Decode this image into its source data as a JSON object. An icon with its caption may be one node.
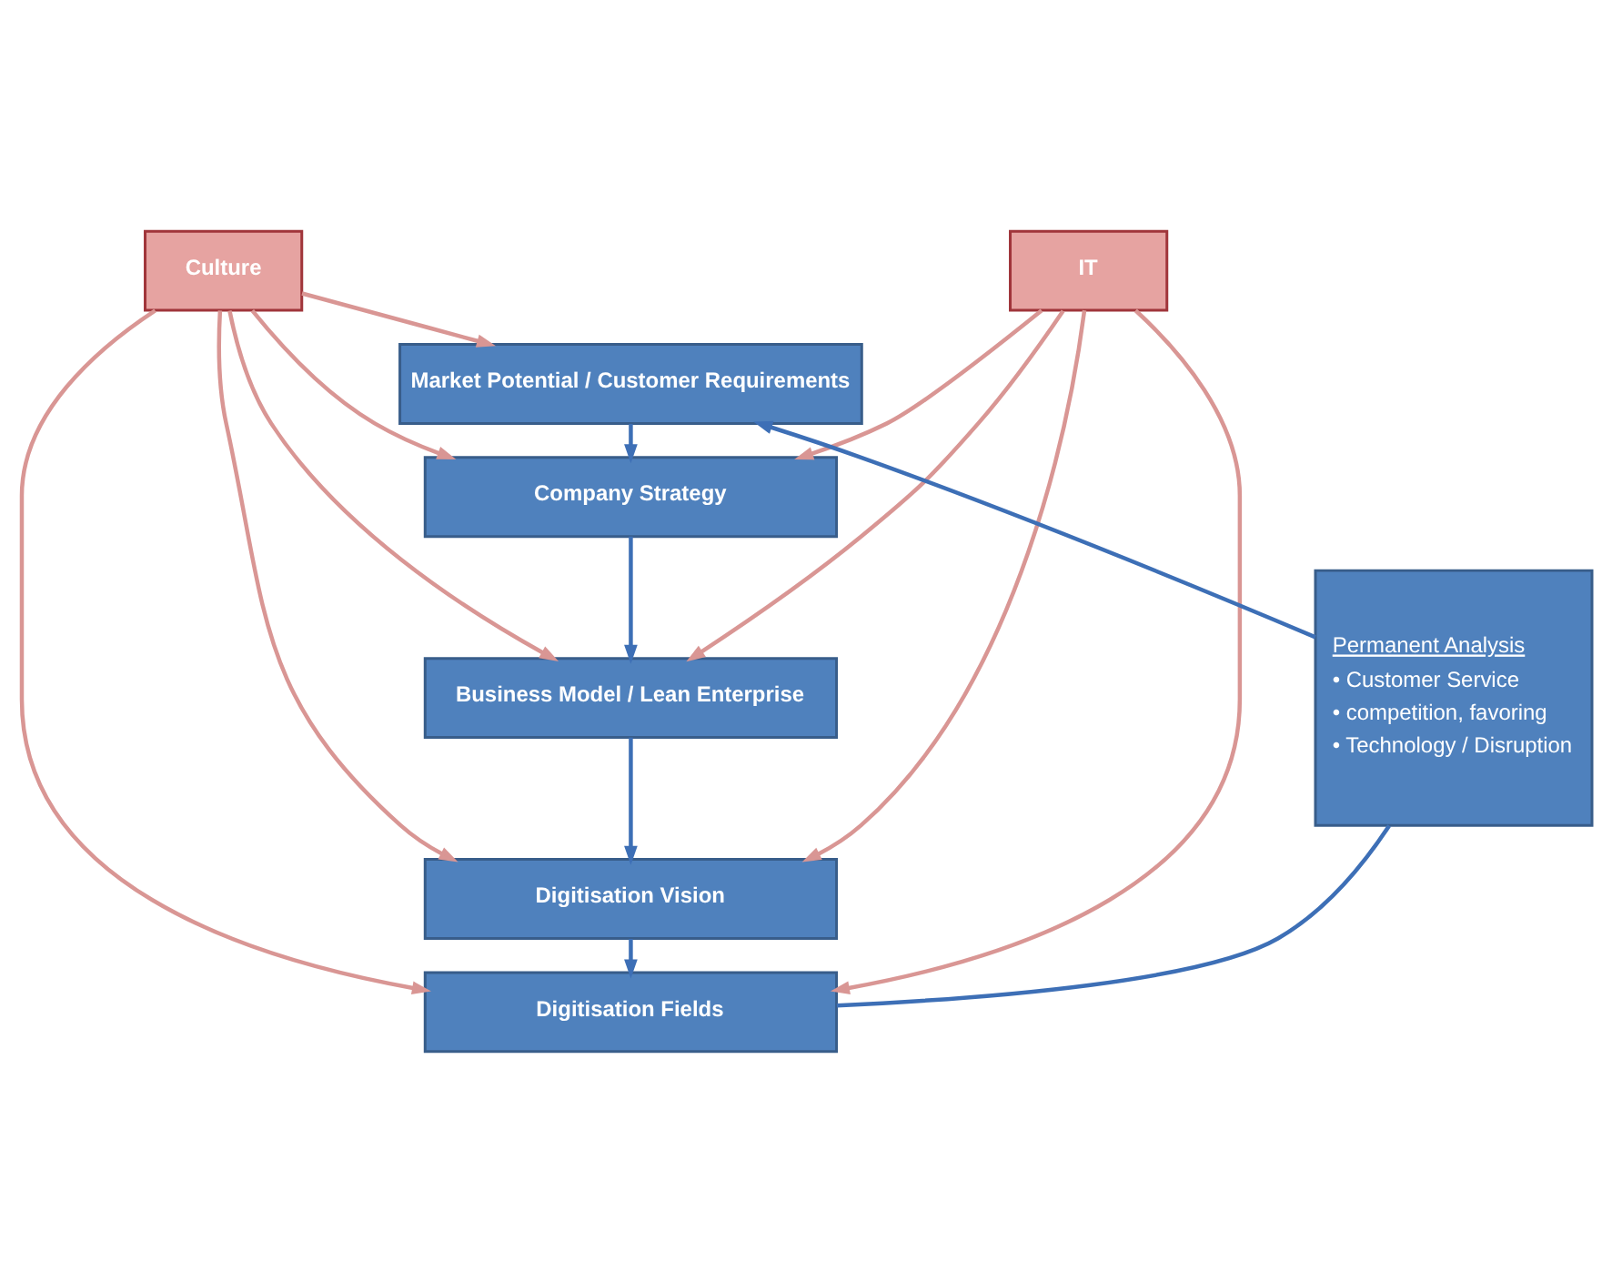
{
  "diagram": {
    "nodes": [
      {
        "text": [
          "Culture"
        ]
      },
      {
        "text": [
          "IT"
        ]
      },
      {
        "text": [
          "Permanent Analysis",
          "• Customer Service",
          "• competition, favoring",
          "• Technology / Disruption"
        ]
      },
      {
        "text": [
          "Market Potential / Customer Requirements"
        ]
      },
      {
        "text": [
          "Company Strategy"
        ]
      },
      {
        "text": [
          "Business Model / Lean Enterprise"
        ]
      },
      {
        "text": [
          "Digitisation Vision"
        ]
      },
      {
        "text": [
          "Digitisation Fields"
        ]
      }
    ],
    "edges": [
      {
        "from": 2,
        "to": 3,
        "arrow": "to",
        "color": "#3d6fb6"
      },
      {
        "from": 0,
        "to": 3,
        "arrow": "to"
      },
      {
        "from": 0,
        "to": 4,
        "arrow": "to"
      },
      {
        "from": 0,
        "to": 5,
        "arrow": "to"
      },
      {
        "from": 0,
        "to": 6,
        "arrow": "to"
      },
      {
        "from": 0,
        "to": 7,
        "arrow": "to"
      },
      {
        "from": 1,
        "to": 4,
        "arrow": "to"
      },
      {
        "from": 1,
        "to": 5,
        "arrow": "to"
      },
      {
        "from": 1,
        "to": 6,
        "arrow": "to"
      },
      {
        "from": 1,
        "to": 7,
        "arrow": "to"
      },
      {
        "from": 3,
        "to": 4,
        "arrow": "to",
        "color": "#3d6fb6"
      },
      {
        "from": 4,
        "to": 5,
        "arrow": "to",
        "color": "#3d6fb6"
      },
      {
        "from": 5,
        "to": 6,
        "arrow": "to",
        "color": "#3d6fb6"
      },
      {
        "from": 6,
        "to": 7,
        "arrow": "to",
        "color": "#3d6fb6"
      },
      {
        "from": 7,
        "to": 2,
        "arrow": "none",
        "color": "#3d6fb6"
      }
    ]
  }
}
